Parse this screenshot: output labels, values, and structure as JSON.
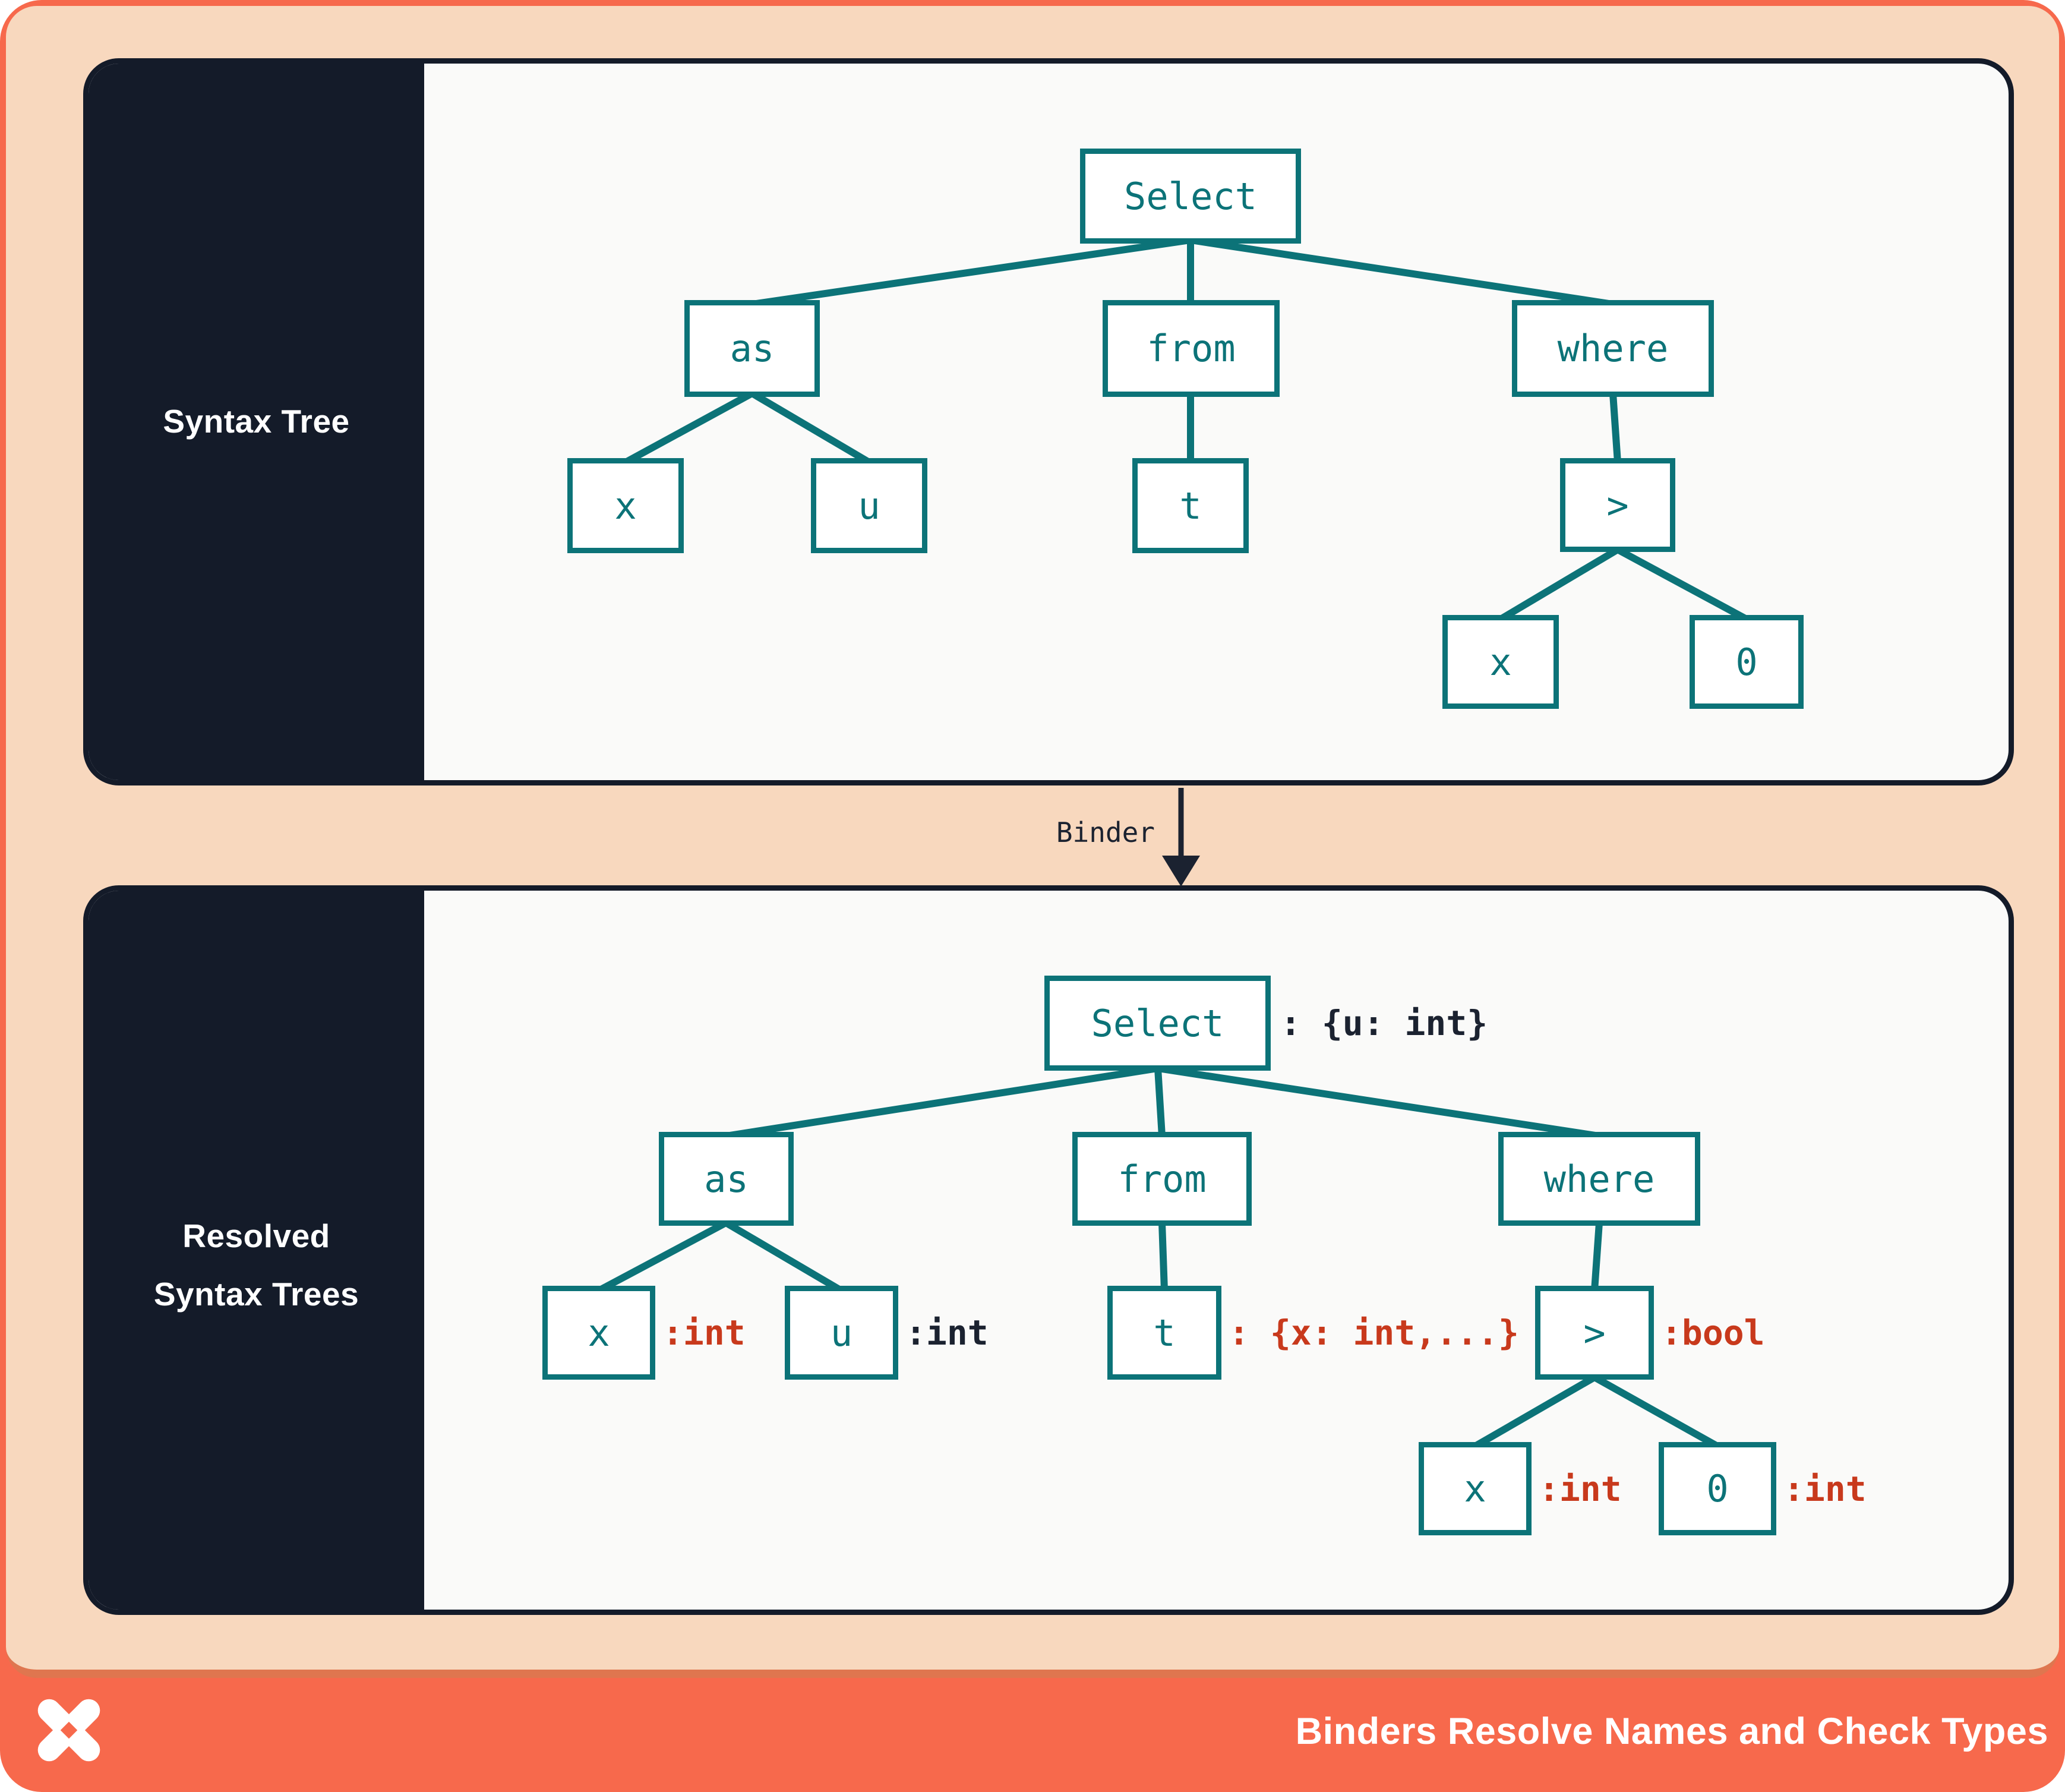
{
  "colors": {
    "orange": "#F7694C",
    "orange-shadow": "#DF764F",
    "peach": "#F8D8BE",
    "navy": "#141B29",
    "ink": "#1B2230",
    "teal": "#0C7378",
    "red": "#C8391C",
    "panel": "#FAFAF9",
    "node-fill": "#FFFFFF",
    "white": "#FFFFFF"
  },
  "top_panel": {
    "sidebar_label": "Syntax Tree",
    "tree": {
      "nodes": [
        {
          "id": "select",
          "label": "Select"
        },
        {
          "id": "as",
          "label": "as"
        },
        {
          "id": "from",
          "label": "from"
        },
        {
          "id": "where",
          "label": "where"
        },
        {
          "id": "x-left",
          "label": "x"
        },
        {
          "id": "u",
          "label": "u"
        },
        {
          "id": "t",
          "label": "t"
        },
        {
          "id": "gt",
          "label": ">"
        },
        {
          "id": "x-right",
          "label": "x"
        },
        {
          "id": "zero",
          "label": "0"
        }
      ]
    }
  },
  "binder": {
    "label": "Binder"
  },
  "bottom_panel": {
    "sidebar_label_line1": "Resolved",
    "sidebar_label_line2": "Syntax Trees",
    "tree": {
      "nodes": [
        {
          "id": "select",
          "label": "Select",
          "annotation": ": {u: int}",
          "annotation_color": "ink"
        },
        {
          "id": "as",
          "label": "as"
        },
        {
          "id": "from",
          "label": "from"
        },
        {
          "id": "where",
          "label": "where"
        },
        {
          "id": "x-left",
          "label": "x",
          "annotation": ":int",
          "annotation_color": "red"
        },
        {
          "id": "u",
          "label": "u",
          "annotation": ":int",
          "annotation_color": "ink"
        },
        {
          "id": "t",
          "label": "t",
          "annotation": ": {x: int,...}",
          "annotation_color": "red"
        },
        {
          "id": "gt",
          "label": ">",
          "annotation": ":bool",
          "annotation_color": "red"
        },
        {
          "id": "x-right",
          "label": "x",
          "annotation": ":int",
          "annotation_color": "red"
        },
        {
          "id": "zero",
          "label": "0",
          "annotation": ":int",
          "annotation_color": "red"
        }
      ]
    }
  },
  "footer": {
    "title": "Binders Resolve Names and Check Types",
    "logo": "x-star-logo"
  }
}
